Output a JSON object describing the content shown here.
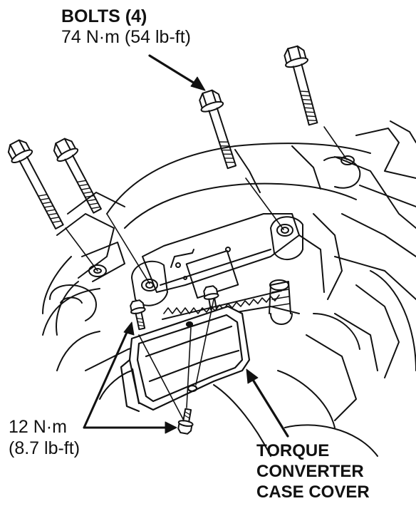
{
  "labels": {
    "bolts_title": "BOLTS (4)",
    "bolts_torque": "74 N·m (54 lb-ft)",
    "small_bolt_torque": "12 N·m",
    "small_bolt_torque_imperial": "(8.7 lb-ft)",
    "cover_line1": "TORQUE",
    "cover_line2": "CONVERTER",
    "cover_line3": "CASE COVER"
  },
  "colors": {
    "ink": "#111111",
    "paper": "#ffffff",
    "shade": "#d9d9d9"
  },
  "icons": {
    "bolt": "flanged-hex-bolt",
    "cover": "sheet-metal-cover"
  }
}
